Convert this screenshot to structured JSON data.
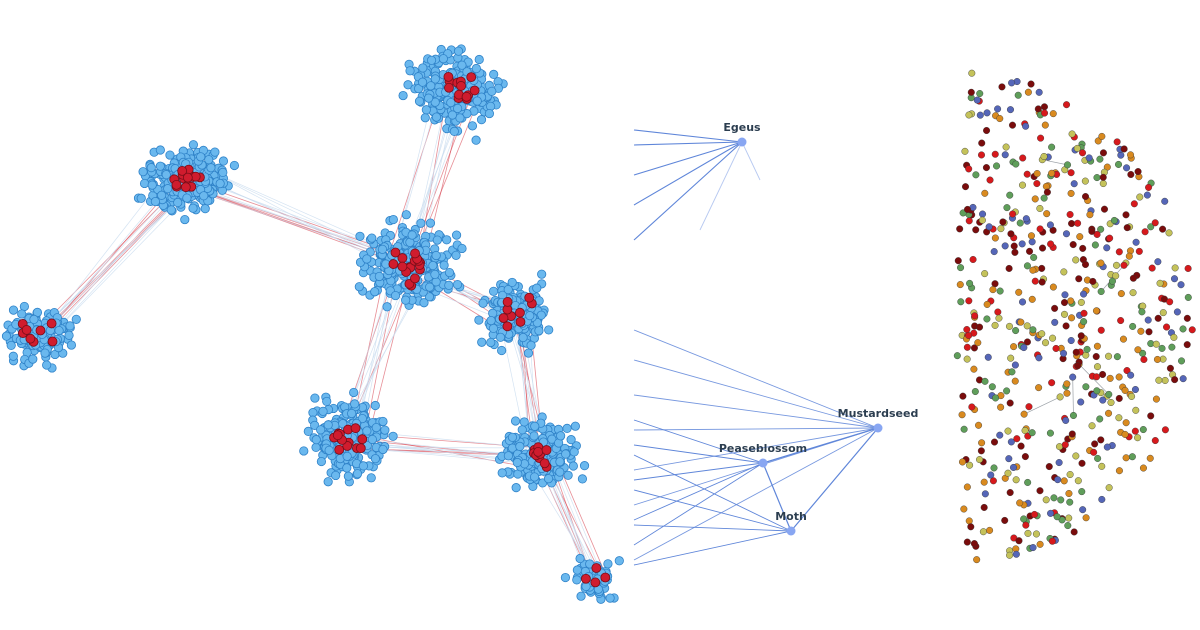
{
  "panels": {
    "cluster_graph": {
      "colors": {
        "node": "#6ab8ee",
        "node_stroke": "#2f82c8",
        "hub": "#d01c2e",
        "hub_stroke": "#7a0d18",
        "edge": "#c9dcef",
        "hub_edge": "#d4323f"
      }
    },
    "character_graph": {
      "colors": {
        "node": "#88a6f2",
        "edge": "#5f86d9",
        "edge_faint": "#b7c9f1",
        "label": "#2c3e50"
      },
      "labels": {
        "egeus": "Egeus",
        "mustardseed": "Mustardseed",
        "peaseblossom": "Peaseblossom",
        "moth": "Moth"
      }
    },
    "radial_graph": {
      "colors": [
        "#d7191c",
        "#7a0c0c",
        "#d98a1f",
        "#c4c25a",
        "#5f9e5a",
        "#5566b8"
      ],
      "edge": "#9aa0a6"
    }
  }
}
